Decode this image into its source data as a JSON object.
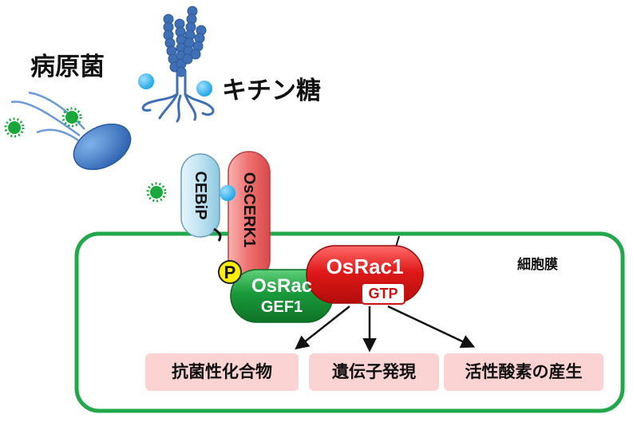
{
  "labels": {
    "pathogen": "病原菌",
    "chitin": "キチン糖",
    "membrane": "細胞膜"
  },
  "receptors": {
    "cebip": "CEBiP",
    "oscerk1": "OsCERK1"
  },
  "nodes": {
    "phospho": "P",
    "osracgef1_line1": "OsRac",
    "osracgef1_line2": "GEF1",
    "osrac1": "OsRac1",
    "gtp": "GTP"
  },
  "outcomes": [
    "抗菌性化合物",
    "遺伝子発現",
    "活性酸素の産生"
  ],
  "colors": {
    "membrane": "#22a84a",
    "cebip": "#bfe3f2",
    "oscerk1": "#ef6f6f",
    "osracgef1": "#1a9a3a",
    "osrac1": "#e01919",
    "outcome_bg": "#fbd3d3",
    "chitin_dot": "#27b4f0",
    "green_spot": "#1aa83c",
    "bacterium": "#3b78c8"
  }
}
